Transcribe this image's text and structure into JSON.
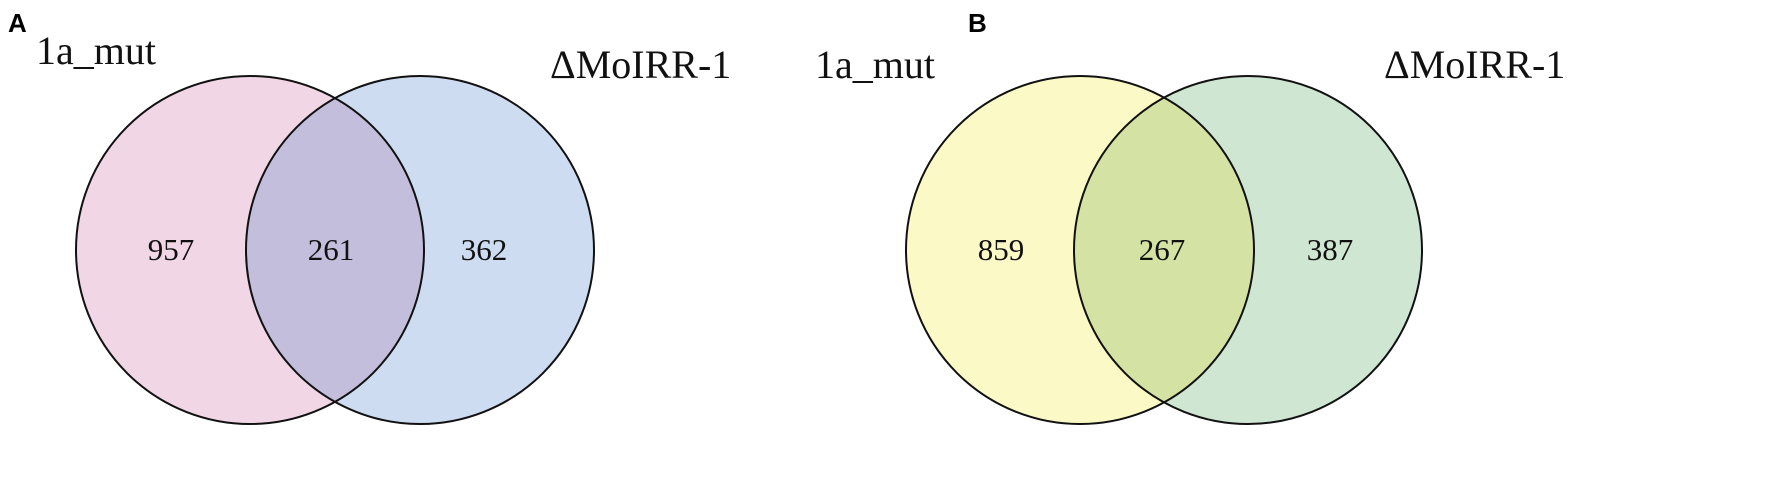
{
  "panels": [
    {
      "letter": "A",
      "set_left": "1a_mut",
      "set_right": "ΔMoIRR-1",
      "counts": {
        "left_only": "957",
        "overlap": "261",
        "right_only": "362"
      },
      "colors": {
        "left": "#f1d6e5",
        "right": "#cedcf1",
        "overlap": "#c4bedd"
      }
    },
    {
      "letter": "B",
      "set_left": "1a_mut",
      "set_right": "ΔMoIRR-1",
      "counts": {
        "left_only": "859",
        "overlap": "267",
        "right_only": "387"
      },
      "colors": {
        "left": "#fbf9c6",
        "right": "#cfe6d2",
        "overlap": "#d4e3a3"
      }
    }
  ]
}
